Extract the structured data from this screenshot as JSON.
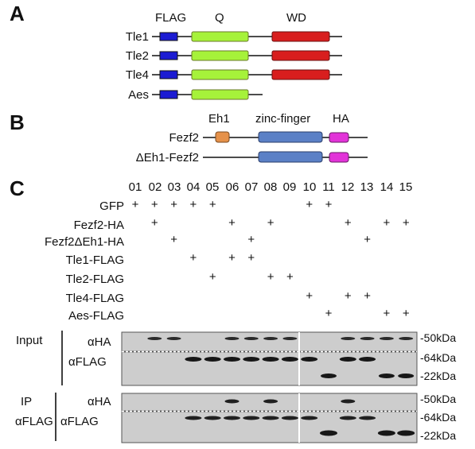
{
  "panel_a": {
    "letter": "A",
    "domain_labels": [
      "FLAG",
      "Q",
      "WD"
    ],
    "constructs": [
      {
        "name": "Tle1",
        "domains": [
          "FLAG",
          "Q",
          "WD"
        ]
      },
      {
        "name": "Tle2",
        "domains": [
          "FLAG",
          "Q",
          "WD"
        ]
      },
      {
        "name": "Tle4",
        "domains": [
          "FLAG",
          "Q",
          "WD"
        ]
      },
      {
        "name": "Aes",
        "domains": [
          "FLAG",
          "Q"
        ]
      }
    ],
    "colors": {
      "FLAG": "#1c1cd2",
      "Q": "#a6f23a",
      "WD": "#d81e1e"
    }
  },
  "panel_b": {
    "letter": "B",
    "domain_labels": [
      "Eh1",
      "zinc-finger",
      "HA"
    ],
    "constructs": [
      {
        "name": "Fezf2",
        "domains": [
          "Eh1",
          "zinc-finger",
          "HA"
        ]
      },
      {
        "name": "ΔEh1-Fezf2",
        "domains": [
          "zinc-finger",
          "HA"
        ]
      }
    ],
    "colors": {
      "Eh1": "#e5914a",
      "zinc-finger": "#5b80c6",
      "HA": "#e233d8"
    }
  },
  "panel_c": {
    "letter": "C",
    "lanes": [
      "01",
      "02",
      "03",
      "04",
      "05",
      "06",
      "07",
      "08",
      "09",
      "10",
      "11",
      "12",
      "13",
      "14",
      "15"
    ],
    "rows": [
      {
        "name": "GFP",
        "lanes": [
          1,
          2,
          3,
          4,
          5,
          10,
          11
        ]
      },
      {
        "name": "Fezf2-HA",
        "lanes": [
          2,
          6,
          8,
          12,
          14,
          15
        ]
      },
      {
        "name": "Fezf2ΔEh1-HA",
        "lanes": [
          3,
          7,
          13
        ]
      },
      {
        "name": "Tle1-FLAG",
        "lanes": [
          4,
          6,
          7
        ]
      },
      {
        "name": "Tle2-FLAG",
        "lanes": [
          5,
          8,
          9
        ]
      },
      {
        "name": "Tle4-FLAG",
        "lanes": [
          10,
          12,
          13
        ]
      },
      {
        "name": "Aes-FLAG",
        "lanes": [
          11,
          14,
          15
        ]
      }
    ],
    "plus_sign": "+",
    "blots": {
      "input": {
        "label": "Input",
        "ha": {
          "label": "αHA",
          "bands": [
            2,
            3,
            6,
            7,
            8,
            9,
            12,
            13,
            14,
            15
          ],
          "marker": "-50kDa"
        },
        "flag": {
          "label": "αFLAG",
          "bands": [
            4,
            5,
            6,
            7,
            8,
            9,
            10,
            11,
            12,
            13,
            14,
            15
          ],
          "markers": [
            "-64kDa",
            "-22kDa"
          ]
        }
      },
      "ip": {
        "label": "IP",
        "sub_label": "αFLAG",
        "ha": {
          "label": "αHA",
          "bands": [
            6,
            8,
            12
          ],
          "marker": "-50kDa"
        },
        "flag": {
          "label": "αFLAG",
          "bands": [
            4,
            5,
            6,
            7,
            8,
            9,
            10,
            11,
            12,
            13,
            14,
            15
          ],
          "markers": [
            "-64kDa",
            "-22kDa"
          ]
        }
      }
    }
  }
}
